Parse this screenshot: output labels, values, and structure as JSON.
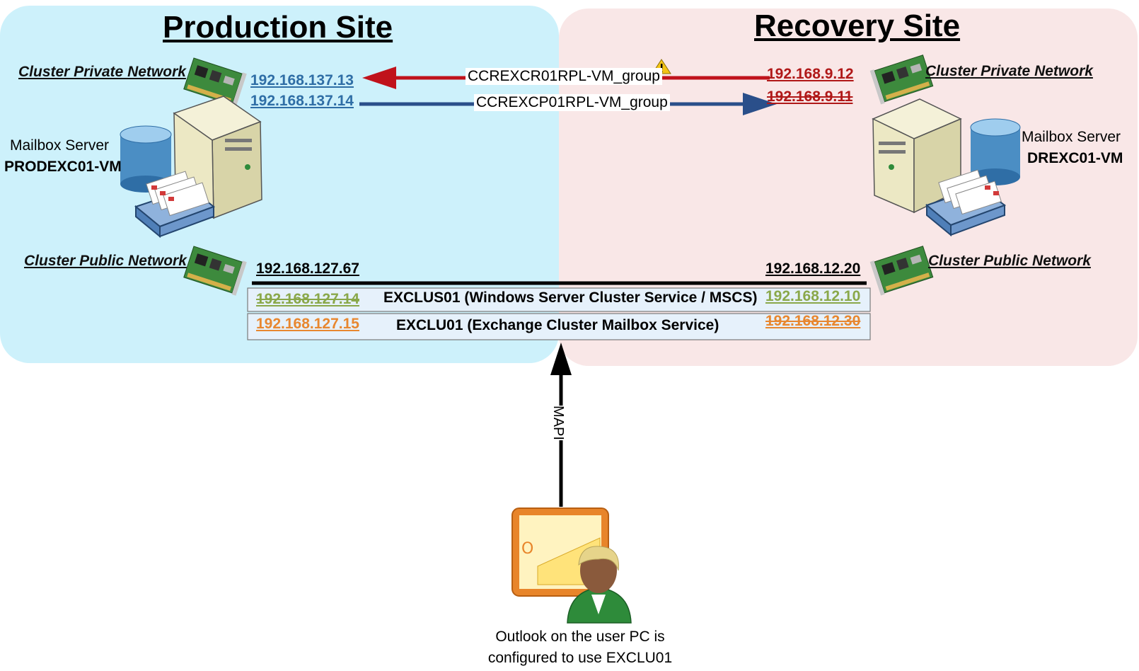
{
  "sites": {
    "production": {
      "title": "Production Site",
      "color": "#cdf1fb"
    },
    "recovery": {
      "title": "Recovery Site",
      "color": "#f9e7e7"
    }
  },
  "production": {
    "private_network_label": "Cluster Private Network",
    "public_network_label": "Cluster Public Network",
    "private_ip_1": "192.168.137.13",
    "private_ip_2": "192.168.137.14",
    "server_role": "Mailbox Server",
    "server_name": "PRODEXC01-VM",
    "public_ip": "192.168.127.67",
    "msc_ip": "192.168.127.14",
    "mailbox_ip": "192.168.127.15"
  },
  "recovery": {
    "private_network_label": "Cluster Private Network",
    "public_network_label": "Cluster Public Network",
    "private_ip_1": "192.168.9.12",
    "private_ip_2": "192.168.9.11",
    "server_role": "Mailbox Server",
    "server_name": "DREXC01-VM",
    "public_ip": "192.168.12.20",
    "msc_ip": "192.168.12.10",
    "mailbox_ip": "192.168.12.30"
  },
  "replication": {
    "group_1": "CCREXCR01RPL-VM_group",
    "group_2": "CCREXCP01RPL-VM_group",
    "group_1_color": "#c0121b",
    "group_2_color": "#2a4f8a"
  },
  "services": {
    "msc": "EXCLUS01 (Windows Server Cluster Service / MSCS)",
    "mailbox": "EXCLU01 (Exchange Cluster Mailbox Service)"
  },
  "client": {
    "protocol": "MAPI",
    "caption_line_1": "Outlook on the user PC is",
    "caption_line_2": "configured to use EXCLU01"
  }
}
